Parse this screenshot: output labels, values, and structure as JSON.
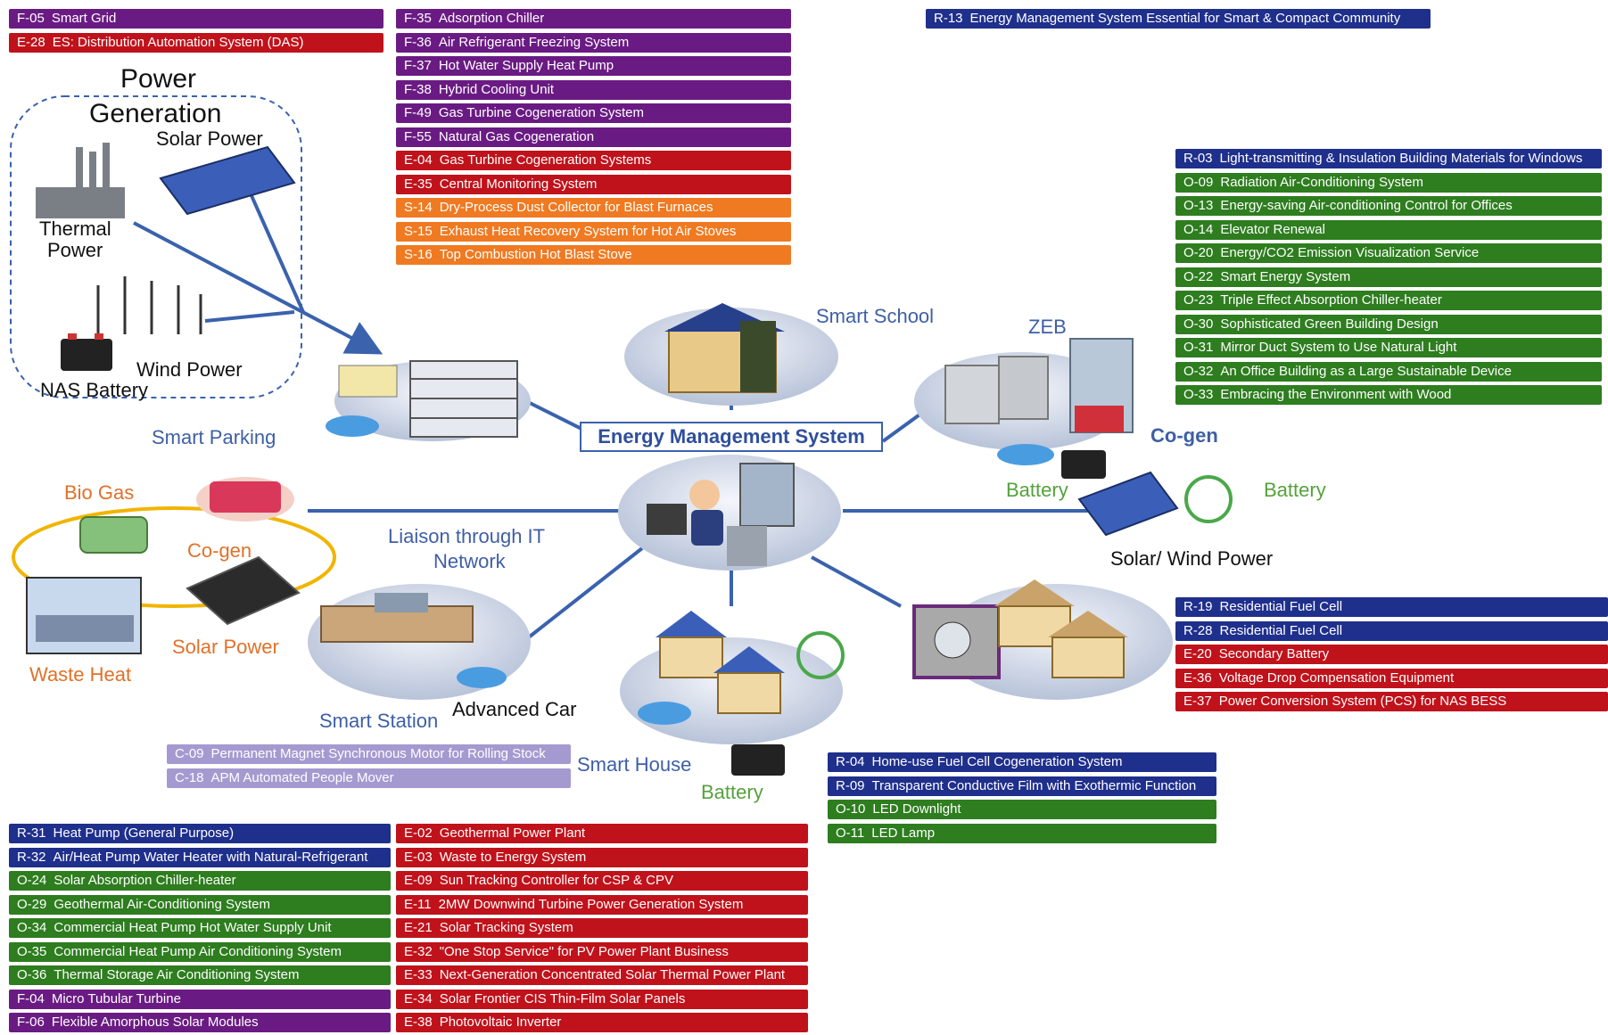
{
  "tags": {
    "top_left": [
      {
        "code": "F-05",
        "text": "Smart Grid",
        "color": "purple"
      },
      {
        "code": "E-28",
        "text": "ES: Distribution Automation System (DAS)",
        "color": "red"
      }
    ],
    "top_center": [
      {
        "code": "F-35",
        "text": "Adsorption Chiller",
        "color": "purple"
      },
      {
        "code": "F-36",
        "text": "Air Refrigerant Freezing System",
        "color": "purple"
      },
      {
        "code": "F-37",
        "text": "Hot Water Supply Heat Pump",
        "color": "purple"
      },
      {
        "code": "F-38",
        "text": "Hybrid Cooling Unit",
        "color": "purple"
      },
      {
        "code": "F-49",
        "text": "Gas Turbine Cogeneration System",
        "color": "purple"
      },
      {
        "code": "F-55",
        "text": "Natural Gas Cogeneration",
        "color": "purple"
      },
      {
        "code": "E-04",
        "text": "Gas Turbine Cogeneration Systems",
        "color": "red"
      },
      {
        "code": "E-35",
        "text": "Central Monitoring System",
        "color": "red"
      },
      {
        "code": "S-14",
        "text": "Dry-Process Dust Collector for Blast Furnaces",
        "color": "orange"
      },
      {
        "code": "S-15",
        "text": "Exhaust Heat Recovery System for Hot Air Stoves",
        "color": "orange"
      },
      {
        "code": "S-16",
        "text": "Top Combustion Hot Blast Stove",
        "color": "orange"
      }
    ],
    "top_right": [
      {
        "code": "R-13",
        "text": "Energy Management System Essential for Smart & Compact Community",
        "color": "navy"
      }
    ],
    "right_upper": [
      {
        "code": "R-03",
        "text": "Light-transmitting & Insulation Building Materials for Windows",
        "color": "navy"
      },
      {
        "code": "O-09",
        "text": "Radiation Air-Conditioning System",
        "color": "green"
      },
      {
        "code": "O-13",
        "text": "Energy-saving Air-conditioning Control for Offices",
        "color": "green"
      },
      {
        "code": "O-14",
        "text": "Elevator Renewal",
        "color": "green"
      },
      {
        "code": "O-20",
        "text": "Energy/CO2 Emission Visualization Service",
        "color": "green"
      },
      {
        "code": "O-22",
        "text": "Smart Energy System",
        "color": "green"
      },
      {
        "code": "O-23",
        "text": "Triple Effect Absorption Chiller-heater",
        "color": "green"
      },
      {
        "code": "O-30",
        "text": "Sophisticated Green Building Design",
        "color": "green"
      },
      {
        "code": "O-31",
        "text": "Mirror Duct System to Use Natural Light",
        "color": "green"
      },
      {
        "code": "O-32",
        "text": "An Office Building as a Large Sustainable Device",
        "color": "green"
      },
      {
        "code": "O-33",
        "text": "Embracing the Environment with Wood",
        "color": "green"
      }
    ],
    "right_lower": [
      {
        "code": "R-19",
        "text": "Residential Fuel Cell",
        "color": "navy"
      },
      {
        "code": "R-28",
        "text": "Residential Fuel Cell",
        "color": "navy"
      },
      {
        "code": "E-20",
        "text": "Secondary Battery",
        "color": "red"
      },
      {
        "code": "E-36",
        "text": "Voltage Drop Compensation Equipment",
        "color": "red"
      },
      {
        "code": "E-37",
        "text": "Power Conversion System (PCS) for NAS BESS",
        "color": "red"
      }
    ],
    "station": [
      {
        "code": "C-09",
        "text": "Permanent Magnet Synchronous Motor for Rolling Stock",
        "color": "lav"
      },
      {
        "code": "C-18",
        "text": "APM Automated People Mover",
        "color": "lav"
      }
    ],
    "house": [
      {
        "code": "R-04",
        "text": "Home-use Fuel Cell Cogeneration System",
        "color": "navy"
      },
      {
        "code": "R-09",
        "text": "Transparent Conductive Film with Exothermic Function",
        "color": "navy"
      },
      {
        "code": "O-10",
        "text": "LED Downlight",
        "color": "green"
      },
      {
        "code": "O-11",
        "text": "LED Lamp",
        "color": "green"
      }
    ],
    "bottom_left": [
      {
        "code": "R-31",
        "text": "Heat Pump (General Purpose)",
        "color": "navy"
      },
      {
        "code": "R-32",
        "text": "Air/Heat Pump Water Heater with Natural-Refrigerant",
        "color": "navy"
      },
      {
        "code": "O-24",
        "text": "Solar Absorption Chiller-heater",
        "color": "green"
      },
      {
        "code": "O-29",
        "text": "Geothermal Air-Conditioning System",
        "color": "green"
      },
      {
        "code": "O-34",
        "text": "Commercial Heat Pump Hot Water Supply Unit",
        "color": "green"
      },
      {
        "code": "O-35",
        "text": "Commercial Heat Pump Air Conditioning System",
        "color": "green"
      },
      {
        "code": "O-36",
        "text": "Thermal Storage Air Conditioning System",
        "color": "green"
      },
      {
        "code": "F-04",
        "text": "Micro Tubular Turbine",
        "color": "purple"
      },
      {
        "code": "F-06",
        "text": "Flexible Amorphous Solar Modules",
        "color": "purple"
      }
    ],
    "bottom_center": [
      {
        "code": "E-02",
        "text": "Geothermal Power Plant",
        "color": "red"
      },
      {
        "code": "E-03",
        "text": "Waste to Energy System",
        "color": "red"
      },
      {
        "code": "E-09",
        "text": "Sun Tracking Controller for CSP & CPV",
        "color": "red"
      },
      {
        "code": "E-11",
        "text": "2MW Downwind Turbine Power Generation System",
        "color": "red"
      },
      {
        "code": "E-21",
        "text": "Solar Tracking System",
        "color": "red"
      },
      {
        "code": "E-32",
        "text": "\"One Stop Service\" for PV Power Plant Business",
        "color": "red"
      },
      {
        "code": "E-33",
        "text": "Next-Generation Concentrated Solar Thermal Power Plant",
        "color": "red"
      },
      {
        "code": "E-34",
        "text": "Solar Frontier CIS Thin-Film Solar Panels",
        "color": "red"
      },
      {
        "code": "E-38",
        "text": "Photovoltaic Inverter",
        "color": "red"
      }
    ]
  },
  "labels": {
    "power_generation_1": "Power",
    "power_generation_2": "Generation",
    "solar_power_top": "Solar Power",
    "thermal_power_1": "Thermal",
    "thermal_power_2": "Power",
    "wind_power": "Wind Power",
    "nas_battery": "NAS Battery",
    "smart_parking": "Smart Parking",
    "smart_school": "Smart School",
    "zeb": "ZEB",
    "cogen_right": "Co-gen",
    "battery_zeb": "Battery",
    "battery_right": "Battery",
    "solar_wind_power": "Solar/ Wind Power",
    "ems": "Energy Management System",
    "liaison_1": "Liaison through IT",
    "liaison_2": "Network",
    "bio_gas": "Bio Gas",
    "cogen_left": "Co-gen",
    "solar_power_left": "Solar Power",
    "waste_heat": "Waste Heat",
    "smart_station": "Smart Station",
    "advanced_car": "Advanced Car",
    "smart_house": "Smart House",
    "battery_house": "Battery"
  },
  "colors": {
    "purple": "#6a1b83",
    "red": "#c0121b",
    "orange": "#ef7a22",
    "navy": "#1f2f8c",
    "green": "#2e7d1f",
    "lavender": "#a59ad0",
    "connector": "#3a62ad",
    "waste_loop": "#f0b500"
  }
}
